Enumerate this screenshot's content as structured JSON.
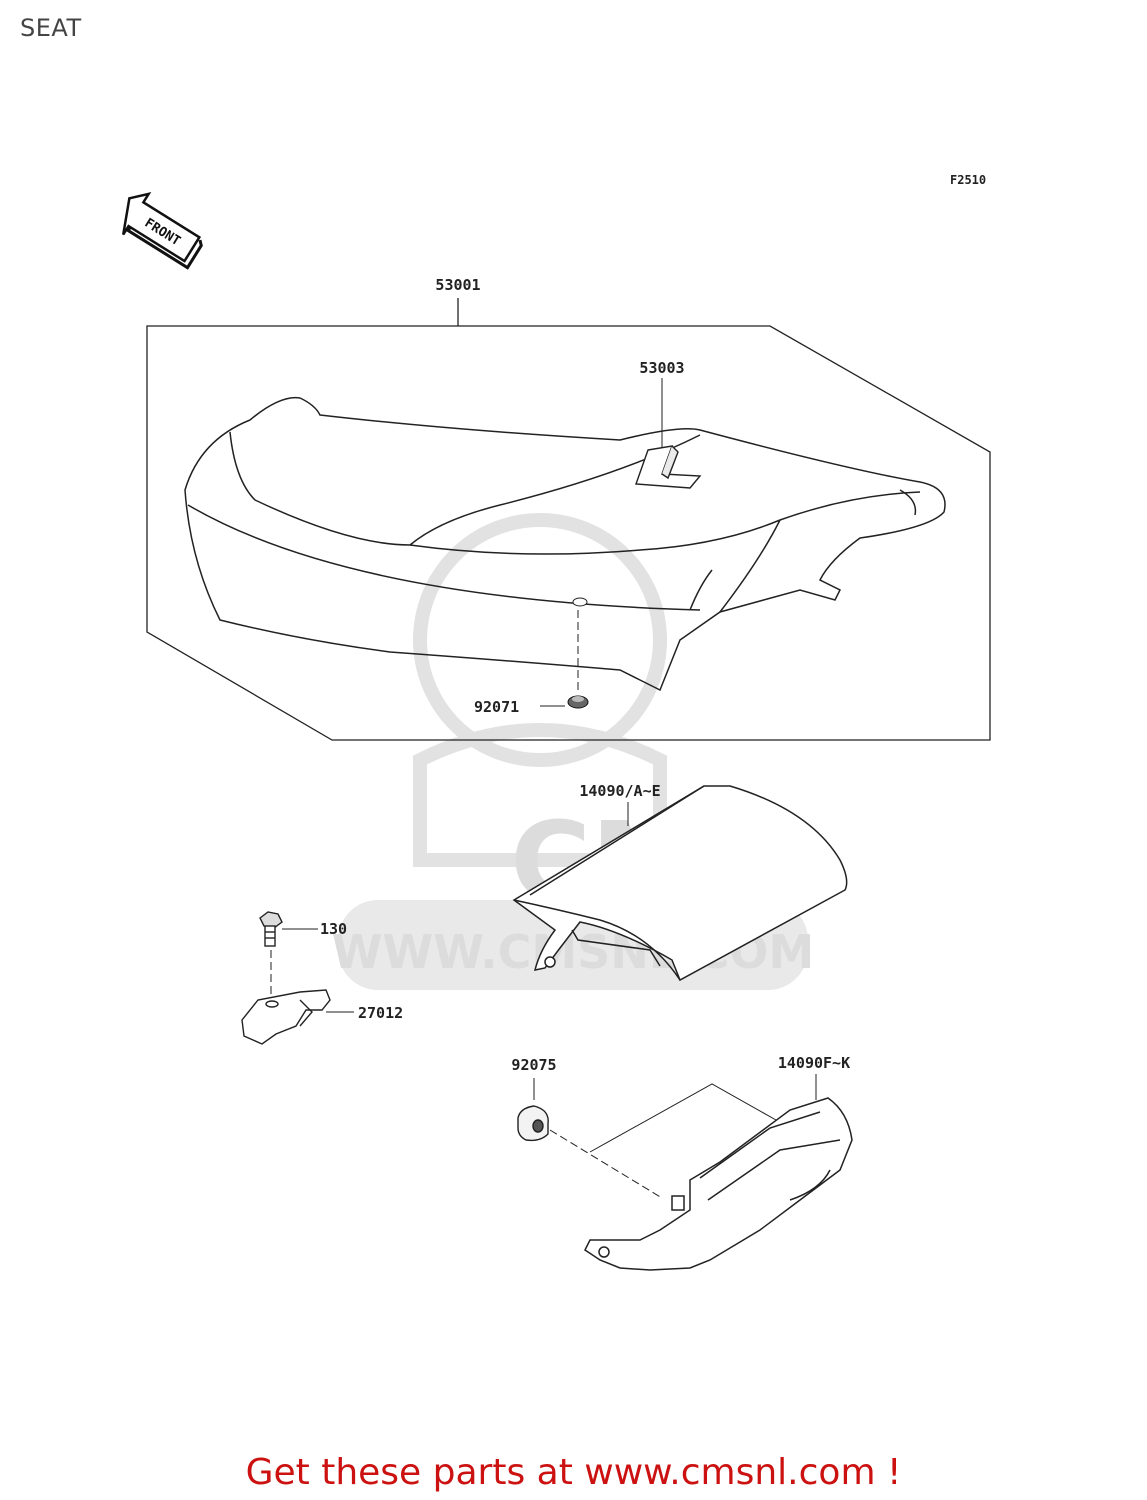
{
  "header": {
    "title": "SEAT"
  },
  "diagram": {
    "figure_code": "F2510",
    "front_arrow": "FRONT",
    "watermark_logo": "CMS",
    "watermark_url": "WWW.CMSNL.COM",
    "parts": {
      "p53001": "53001",
      "p53003": "53003",
      "p92071": "92071",
      "p14090ae": "14090/A~E",
      "p130": "130",
      "p27012": "27012",
      "p92075": "92075",
      "p14090fk": "14090F~K"
    }
  },
  "footer": {
    "cta": "Get these parts at www.cmsnl.com !"
  }
}
